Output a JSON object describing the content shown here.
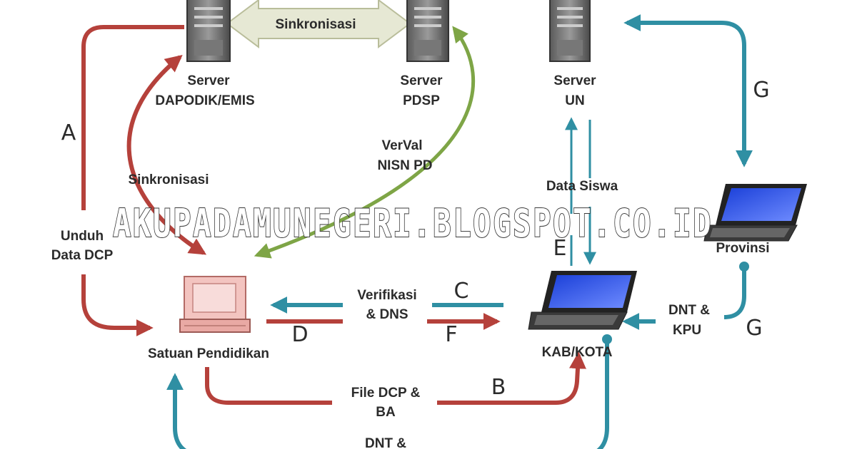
{
  "labels": {
    "sinkronisasi_top": "Sinkronisasi",
    "server": "Server",
    "dapodik": "DAPODIK/EMIS",
    "pdsp": "PDSP",
    "un": "UN",
    "verval_1": "VerVal",
    "verval_2": "NISN PD",
    "sinkronisasi_left": "Sinkronisasi",
    "data_siswa": "Data Siswa",
    "unduh_1": "Unduh",
    "unduh_2": "Data DCP",
    "provinsi": "Provinsi",
    "verifikasi_1": "Verifikasi",
    "verifikasi_2": "& DNS",
    "dnt_kpu_1": "DNT &",
    "dnt_kpu_2": "KPU",
    "satuan": "Satuan Pendidikan",
    "kab": "KAB/KOTA",
    "file_dcp_1": "File DCP &",
    "file_dcp_2": "BA",
    "dnt_bottom": "DNT &"
  },
  "letters": {
    "a": "A",
    "b": "B",
    "c": "C",
    "d": "D",
    "e": "E",
    "f": "F",
    "g_top": "G",
    "g_bottom": "G"
  },
  "watermark": "AKUPADAMUNEGERI.BLOGSPOT.CO.ID",
  "colors": {
    "red_arrow": "#b5413b",
    "teal_arrow": "#2f8fa3",
    "green_arrow": "#7ea546",
    "sync_arrow": "#e6e8d4"
  }
}
